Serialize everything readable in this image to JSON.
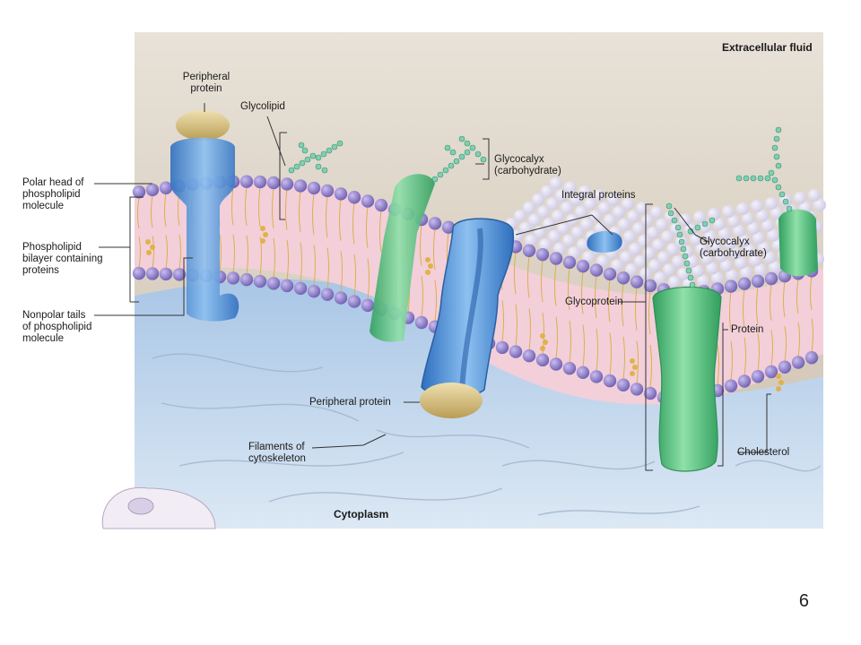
{
  "labels": {
    "extracellular": "Extracellular fluid",
    "cytoplasm": "Cytoplasm",
    "peripheral_top": "Peripheral\nprotein",
    "glycolipid": "Glycolipid",
    "glycocalyx_1": "Glycocalyx\n(carbohydrate)",
    "integral_proteins": "Integral proteins",
    "glycocalyx_2": "Glycocalyx\n(carbohydrate)",
    "polar_head": "Polar head of\nphospholipid\nmolecule",
    "bilayer": "Phospholipid\nbilayer containing\nproteins",
    "nonpolar_tails": "Nonpolar tails\nof phospholipid\nmolecule",
    "glycoprotein": "Glycoprotein",
    "protein": "Protein",
    "peripheral_bottom": "Peripheral protein",
    "filaments": "Filaments of\ncytoskeleton",
    "cholesterol": "Cholesterol"
  },
  "slide_number": "6",
  "colors": {
    "extracellular": "#d9cfc2",
    "cytoplasm": "#bcd3ea",
    "phospholipid_head": "#8e7fc4",
    "bilayer_core": "#f1c7d3",
    "integral_protein_blue": "#4f8fd6",
    "glycoprotein_green": "#4fbf78",
    "peripheral_protein": "#d8c48a",
    "glycocalyx_chain": "#6fc7a3"
  }
}
